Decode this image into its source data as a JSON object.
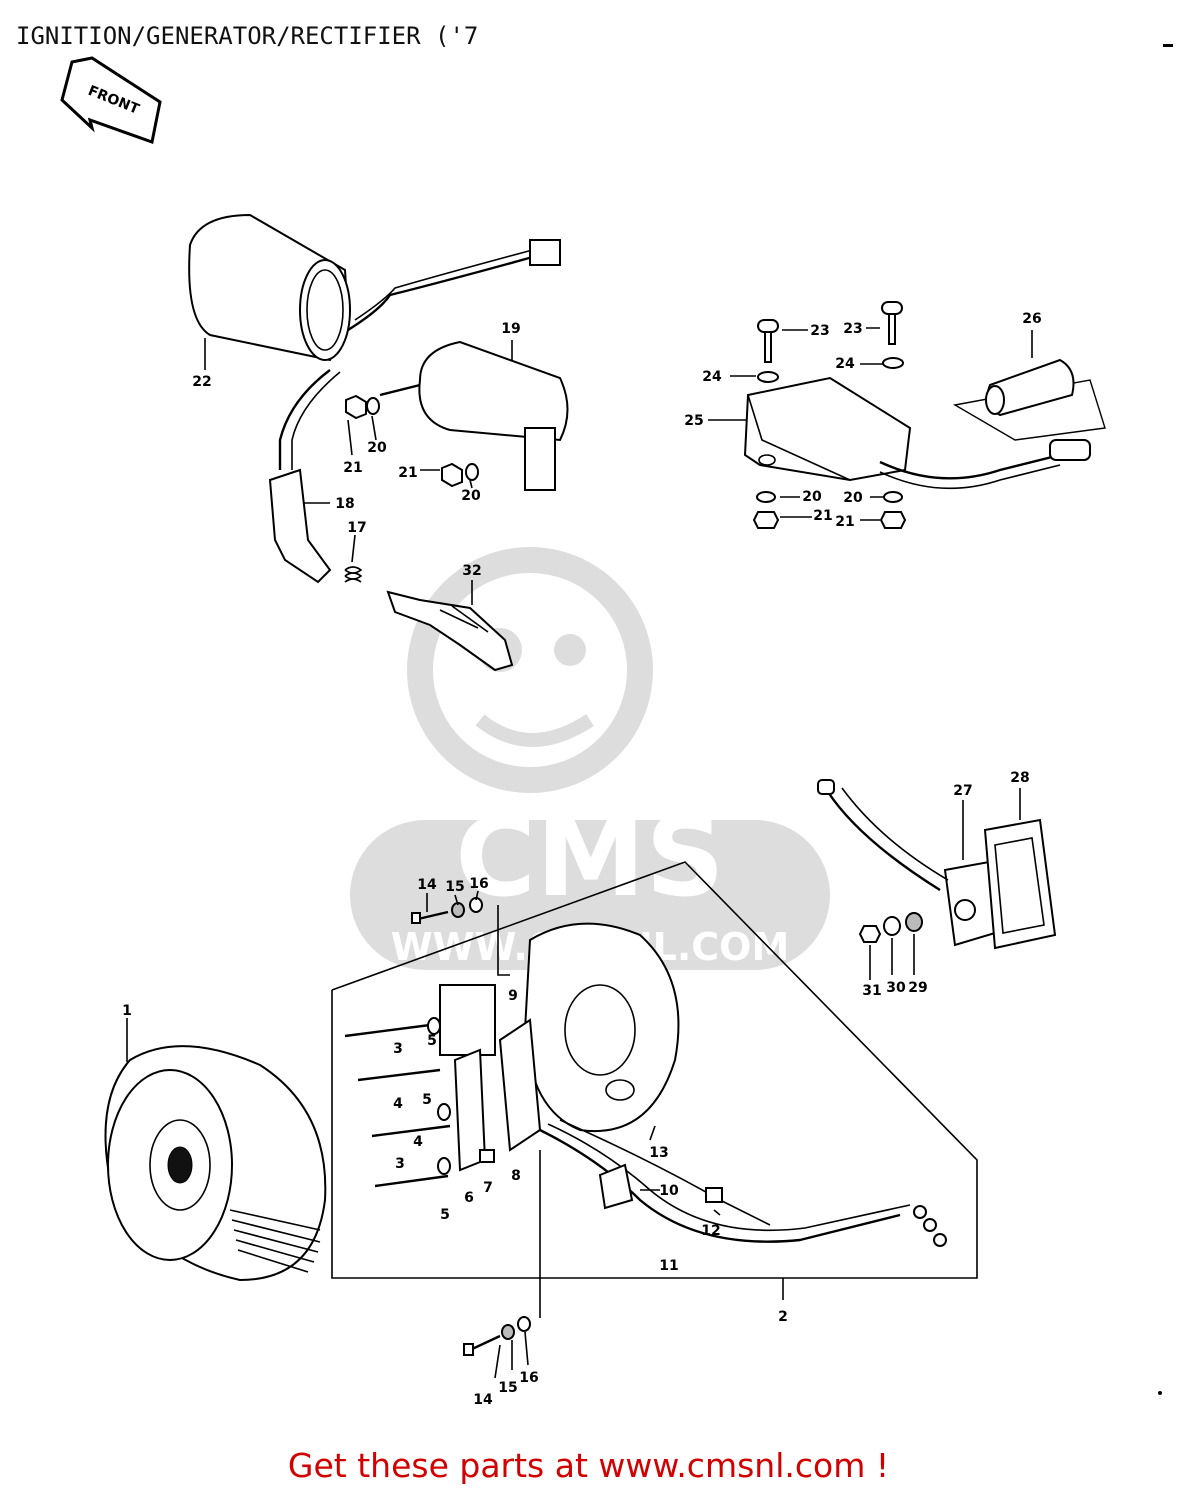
{
  "header": {
    "title": "IGNITION/GENERATOR/RECTIFIER ('7"
  },
  "front_arrow": {
    "label": "FRONT"
  },
  "watermark": {
    "logo_text": "CMS",
    "url_text": "WWW.CMSNL.COM"
  },
  "callouts": {
    "p1": "1",
    "p2": "2",
    "p3a": "3",
    "p3b": "3",
    "p4a": "4",
    "p4b": "4",
    "p5a": "5",
    "p5b": "5",
    "p5c": "5",
    "p6": "6",
    "p7": "7",
    "p8": "8",
    "p9": "9",
    "p10": "10",
    "p11": "11",
    "p12": "12",
    "p13": "13",
    "p14a": "14",
    "p14b": "14",
    "p15a": "15",
    "p15b": "15",
    "p16a": "16",
    "p16b": "16",
    "p17": "17",
    "p18": "18",
    "p19": "19",
    "p20a": "20",
    "p20b": "20",
    "p20c": "20",
    "p20d": "20",
    "p21a": "21",
    "p21b": "21",
    "p21c": "21",
    "p21d": "21",
    "p22": "22",
    "p23a": "23",
    "p23b": "23",
    "p24a": "24",
    "p24b": "24",
    "p25": "25",
    "p26": "26",
    "p27": "27",
    "p28": "28",
    "p29": "29",
    "p30": "30",
    "p31": "31",
    "p32": "32"
  },
  "footer": {
    "link_text": "Get these parts at www.cmsnl.com !"
  }
}
